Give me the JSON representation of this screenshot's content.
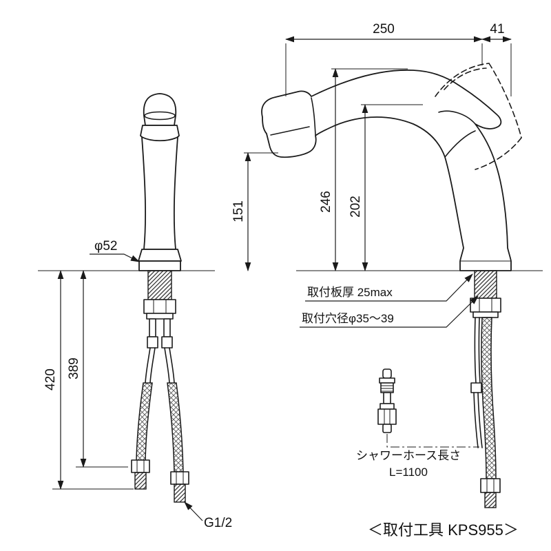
{
  "colors": {
    "line": "#1a1a1a",
    "background": "#ffffff"
  },
  "front_view": {
    "base_diameter": "φ52",
    "height_total_under": "420",
    "height_hose_under": "389",
    "thread_size": "G1/2"
  },
  "side_view": {
    "reach": "250",
    "handle_offset": "41",
    "spout_clearance": "151",
    "total_height": "246",
    "body_height": "202"
  },
  "notes": {
    "plate_thickness": "取付板厚 25max",
    "hole_diameter": "取付穴径φ35〜39",
    "hose_length_label": "シャワーホース長さ",
    "hose_length_value": "L=1100",
    "tool_note": "＜取付工具 KPS955＞"
  }
}
